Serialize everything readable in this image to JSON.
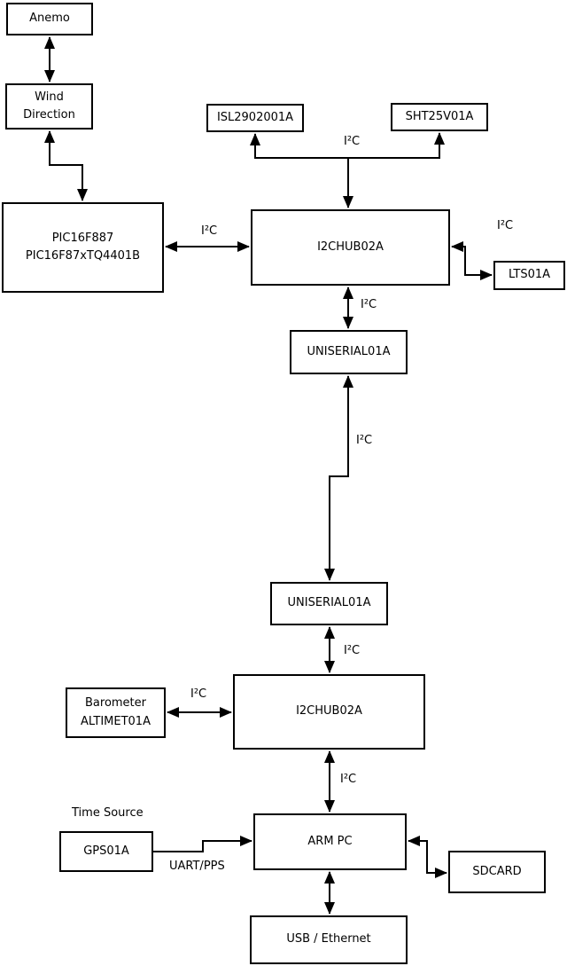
{
  "diagram": {
    "nodes": {
      "anemo": "Anemo",
      "wind_direction": "Wind\nDirection",
      "pic": "PIC16F887\nPIC16F87xTQ4401B",
      "isl": "ISL2902001A",
      "sht": "SHT25V01A",
      "i2chub_top": "I2CHUB02A",
      "lts": "LTS01A",
      "uniserial_top": "UNISERIAL01A",
      "uniserial_bottom": "UNISERIAL01A",
      "i2chub_bottom": "I2CHUB02A",
      "barometer": "Barometer\nALTIMET01A",
      "arm_pc": "ARM PC",
      "gps": "GPS01A",
      "sdcard": "SDCARD",
      "usb_ethernet": "USB / Ethernet"
    },
    "labels": {
      "i2c": "I²C",
      "uart_pps": "UART/PPS",
      "time_source": "Time Source"
    },
    "colors": {
      "line": "#000000",
      "box_fill": "#ffffff",
      "background": "#ffffff"
    }
  }
}
